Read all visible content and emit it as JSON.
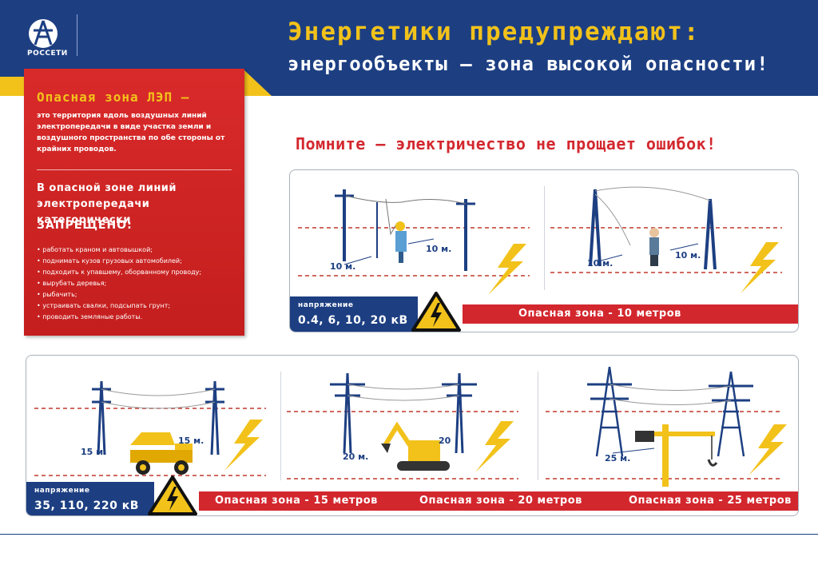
{
  "header": {
    "logo_text": "РОССЕТИ",
    "title_line1": "Энергетики предупреждают:",
    "title_line2": "энергообъекты – зона высокой опасности!"
  },
  "info_panel": {
    "title": "Опасная зона ЛЭП –",
    "description": "это территория вдоль воздушных линий электропередачи в виде участка земли и воздушного пространства по обе стороны от крайних проводов.",
    "forbidden_intro": "В опасной зоне линий электропередачи категорически",
    "forbidden_word": "ЗАПРЕЩЕНО:",
    "forbidden_items": [
      "работать краном и автовышкой;",
      "поднимать кузов грузовых автомобилей;",
      "подходить к упавшему, оборванному проводу;",
      "вырубать деревья;",
      "рыбачить;",
      "устраивать свалки, подсыпать грунт;",
      "проводить земляные работы."
    ]
  },
  "headline": "Помните – электричество не прощает ошибок!",
  "low_voltage": {
    "voltage_label": "напряжение",
    "voltage_value": "0.4, 6, 10, 20 кВ",
    "zone_label": "Опасная зона - 10 метров",
    "scene1": {
      "left": "10 м.",
      "right": "10 м."
    },
    "scene2": {
      "left": "10 м.",
      "right": "10 м."
    }
  },
  "high_voltage": {
    "voltage_label": "напряжение",
    "voltage_value": "35, 110, 220 кВ",
    "zone_15": "Опасная зона - 15 метров",
    "zone_20": "Опасная зона - 20 метров",
    "zone_25": "Опасная зона - 25 метров",
    "scene15": {
      "left": "15 м.",
      "right": "15 м."
    },
    "scene20": {
      "left": "20 м.",
      "right": "20"
    },
    "scene25": {
      "left": "25 м."
    }
  },
  "colors": {
    "brand_blue": "#1d3f82",
    "warning_red": "#d3272e",
    "accent_yellow": "#f2c21b"
  }
}
